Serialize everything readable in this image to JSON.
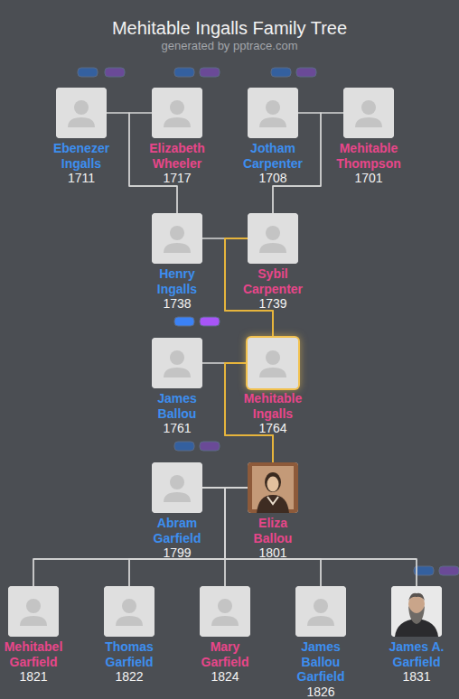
{
  "diagram": {
    "title": "Mehitable Ingalls Family Tree",
    "nodes": [
      {
        "text": [
          "Ebenezer Ingalls",
          "1711"
        ]
      },
      {
        "text": [
          "Elizabeth Wheeler",
          "1717"
        ]
      },
      {
        "text": [
          "Jotham Carpenter",
          "1708"
        ]
      },
      {
        "text": [
          "Mehitable Thompson",
          "1701"
        ]
      },
      {
        "text": [
          "Henry Ingalls",
          "1738"
        ]
      },
      {
        "text": [
          "Sybil Carpenter",
          "1739"
        ]
      },
      {
        "text": [
          "James Ballou",
          "1761"
        ]
      },
      {
        "text": [
          "Mehitable Ingalls",
          "1764"
        ]
      },
      {
        "text": [
          "Abram Garfield",
          "1799"
        ]
      },
      {
        "text": [
          "Eliza Ballou",
          "1801"
        ]
      },
      {
        "text": [
          "Mehitabel Garfield",
          "1821"
        ]
      },
      {
        "text": [
          "Thomas Garfield",
          "1822"
        ]
      },
      {
        "text": [
          "Mary Garfield",
          "1824"
        ]
      },
      {
        "text": [
          "James Ballou Garfield",
          "1826"
        ]
      },
      {
        "text": [
          "James A. Garfield",
          "1831"
        ]
      }
    ],
    "edges": [
      {
        "from": 0,
        "to": 4,
        "arrow": "none"
      },
      {
        "from": 1,
        "to": 4,
        "arrow": "none"
      },
      {
        "from": 2,
        "to": 5,
        "arrow": "none"
      },
      {
        "from": 3,
        "to": 5,
        "arrow": "none"
      },
      {
        "from": 4,
        "to": 7,
        "arrow": "none"
      },
      {
        "from": 5,
        "to": 7,
        "arrow": "none"
      },
      {
        "from": 6,
        "to": 9,
        "arrow": "none"
      },
      {
        "from": 7,
        "to": 9,
        "arrow": "none"
      },
      {
        "from": 8,
        "to": 10,
        "arrow": "none"
      },
      {
        "from": 9,
        "to": 10,
        "arrow": "none"
      },
      {
        "from": 8,
        "to": 11,
        "arrow": "none"
      },
      {
        "from": 9,
        "to": 11,
        "arrow": "none"
      },
      {
        "from": 8,
        "to": 12,
        "arrow": "none"
      },
      {
        "from": 9,
        "to": 12,
        "arrow": "none"
      },
      {
        "from": 8,
        "to": 13,
        "arrow": "none"
      },
      {
        "from": 9,
        "to": 13,
        "arrow": "none"
      },
      {
        "from": 8,
        "to": 14,
        "arrow": "none"
      },
      {
        "from": 9,
        "to": 14,
        "arrow": "none"
      }
    ],
    "labels": [
      "generated by pptrace.com"
    ]
  }
}
